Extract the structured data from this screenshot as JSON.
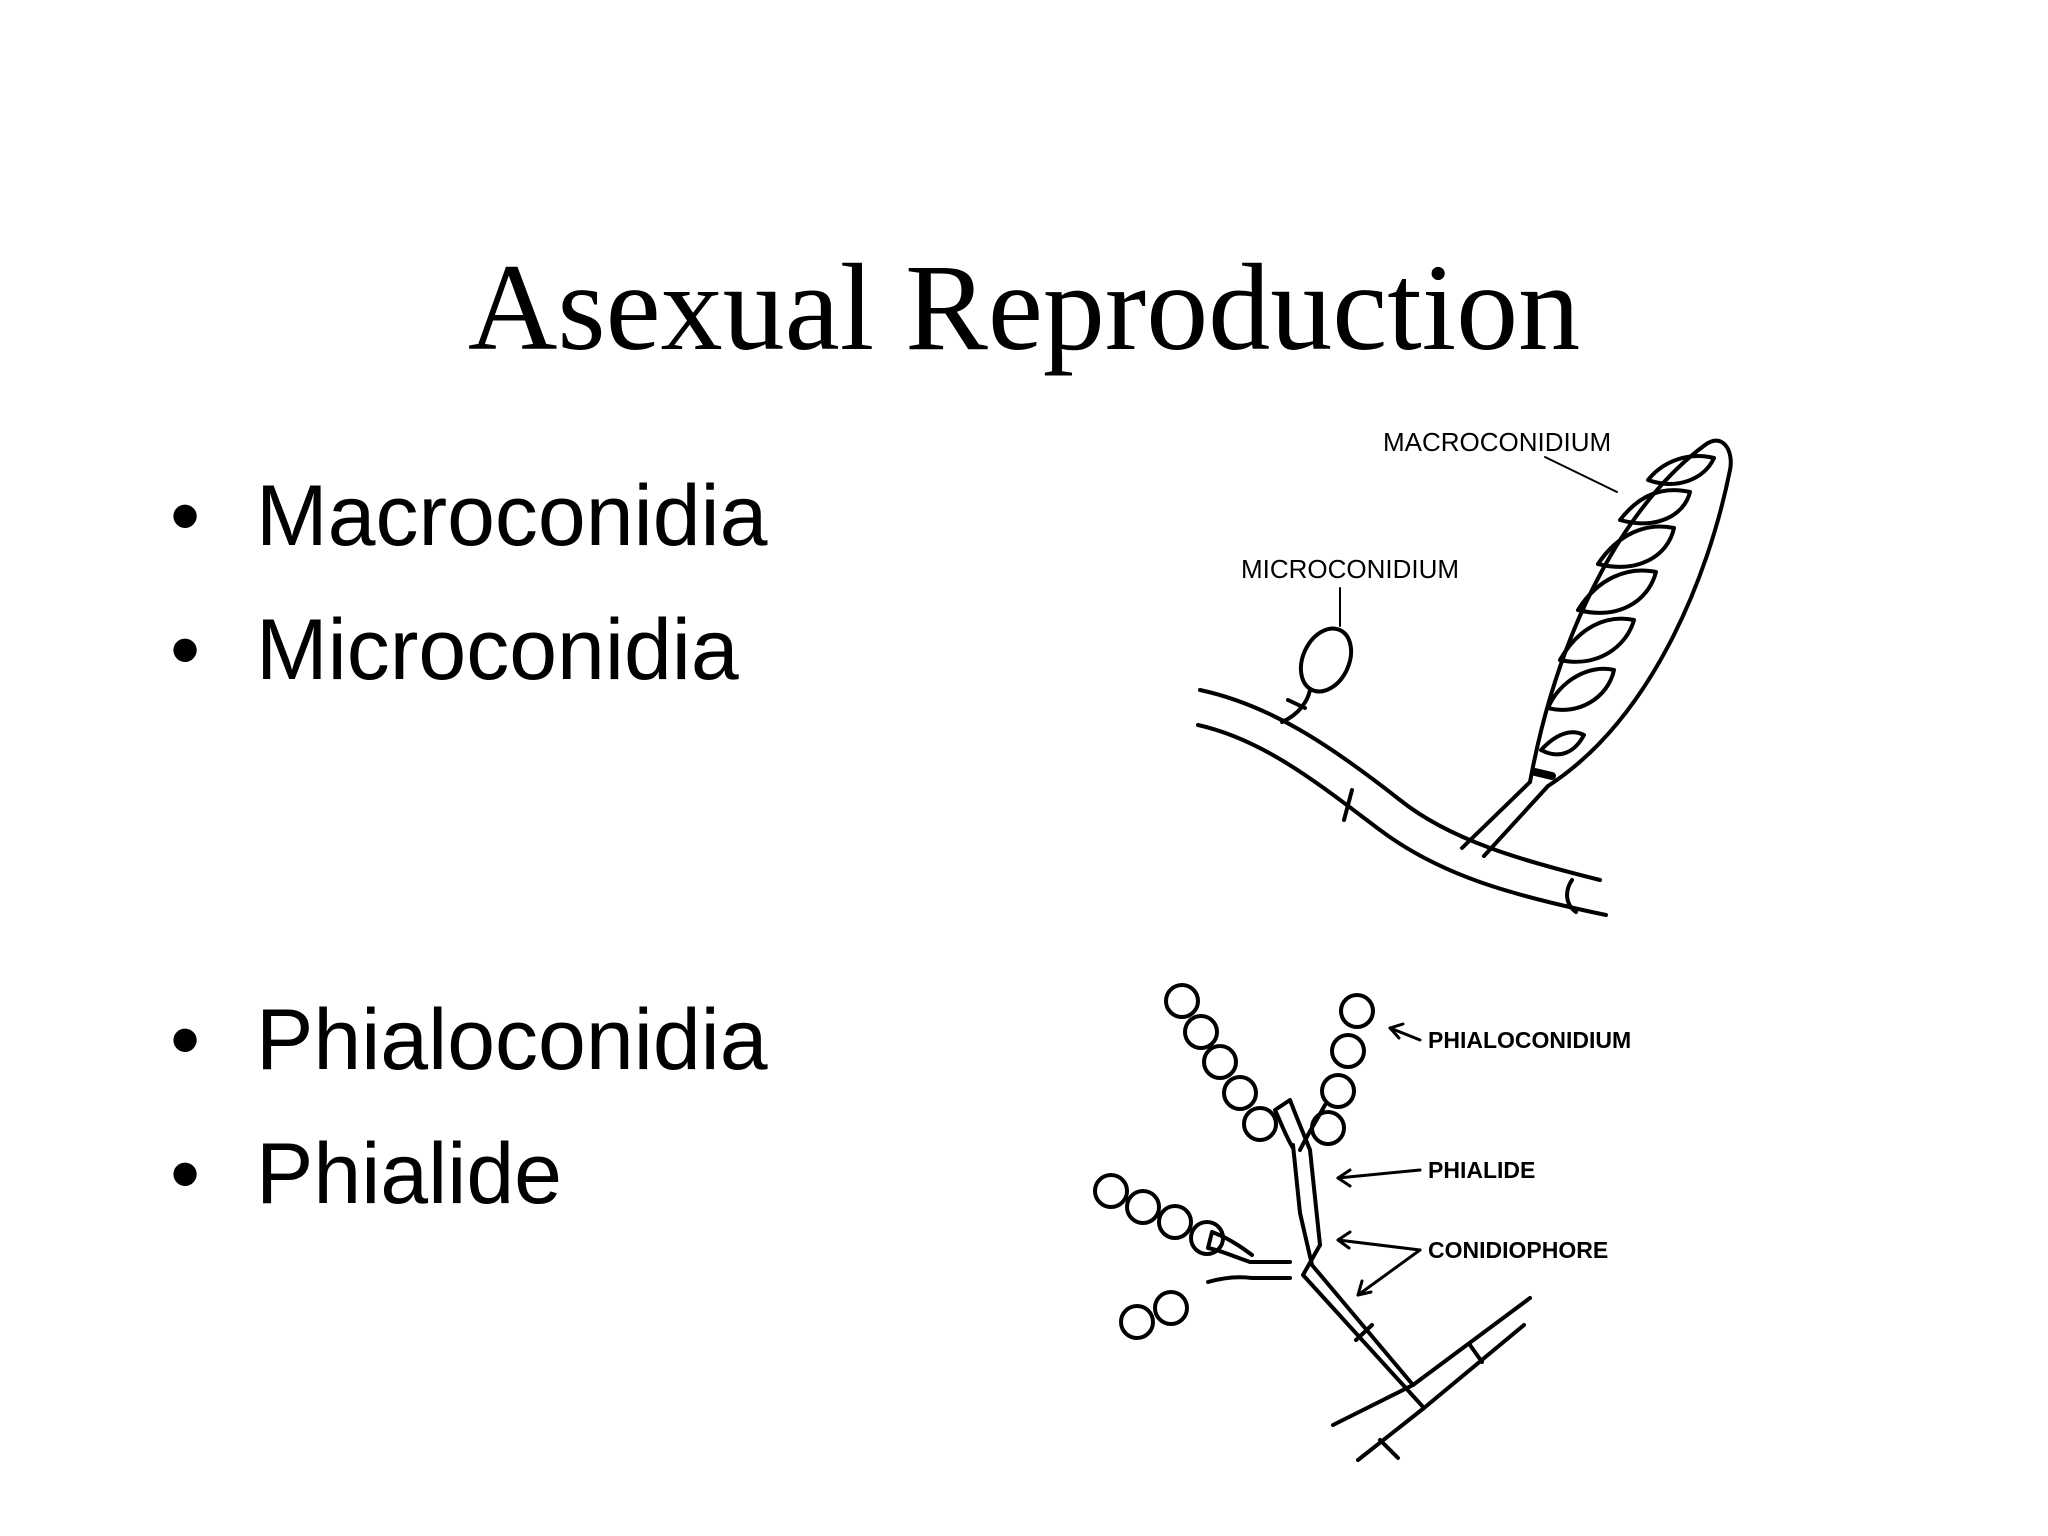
{
  "slide": {
    "title": "Asexual Reproduction",
    "bullet_glyph": "•",
    "bullets": [
      "Macroconidia",
      "Microconidia",
      "Phialoconidia",
      "Phialide"
    ]
  },
  "figure_top": {
    "labels": {
      "macroconidium": "MACROCONIDIUM",
      "microconidium": "MICROCONIDIUM"
    }
  },
  "figure_bottom": {
    "labels": {
      "phialoconidium": "PHIALOCONIDIUM",
      "phialide": "PHIALIDE",
      "conidiophore": "CONIDIOPHORE"
    }
  }
}
